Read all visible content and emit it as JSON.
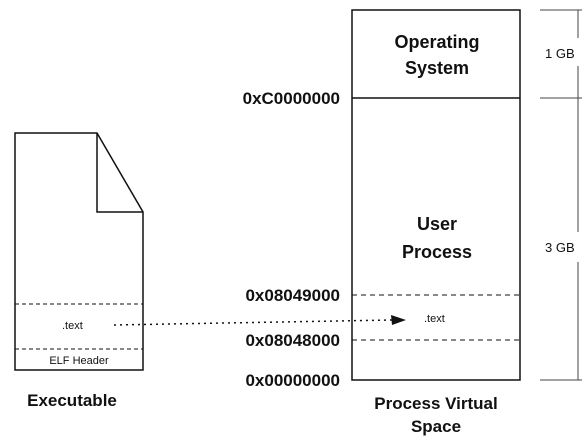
{
  "memory": {
    "os_label_line1": "Operating",
    "os_label_line2": "System",
    "user_label_line1": "User",
    "user_label_line2": "Process",
    "text_section": ".text",
    "caption_line1": "Process Virtual",
    "caption_line2": "Space"
  },
  "addresses": {
    "kernel_boundary": "0xC0000000",
    "text_start": "0x08049000",
    "text_load": "0x08048000",
    "zero": "0x00000000"
  },
  "sizes": {
    "kernel": "1 GB",
    "user": "3 GB"
  },
  "executable": {
    "text_section": ".text",
    "header": "ELF Header",
    "caption": "Executable"
  },
  "colors": {
    "ink": "#111111",
    "background": "#ffffff"
  }
}
